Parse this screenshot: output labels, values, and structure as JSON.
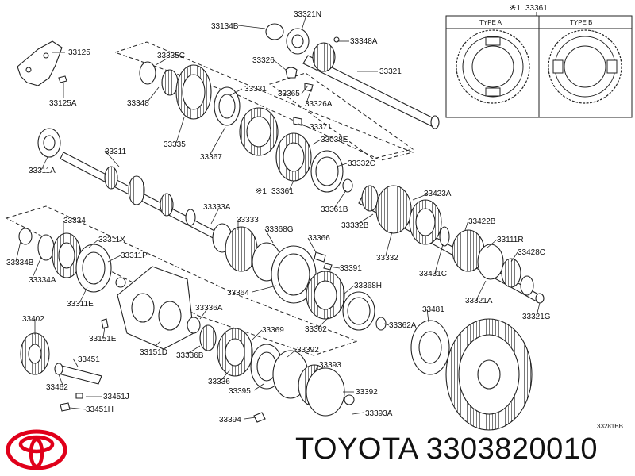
{
  "brand": "TOYOTA",
  "part_number": "3303820010",
  "diagram_code": "33281BB",
  "inset": {
    "title_mark": "※1",
    "title_part": "33361",
    "type_a": "TYPE A",
    "type_b": "TYPE B"
  },
  "labels": {
    "l33134B": "33134B",
    "l33321N": "33321N",
    "l33348A": "33348A",
    "l33125": "33125",
    "l33125A": "33125A",
    "l33335C": "33335C",
    "l33326": "33326",
    "l33321": "33321",
    "l33348": "33348",
    "l33331": "33331",
    "l33365": "33365",
    "l33326A": "33326A",
    "l33335": "33335",
    "l33371": "33371",
    "l33311": "33311",
    "l33038E": "33038E",
    "l33367": "33367",
    "l33311A": "33311A",
    "l33332C": "33332C",
    "l33361mark": "※1",
    "l33361": "33361",
    "l33423A": "33423A",
    "l33361B": "33361B",
    "l33333A": "33333A",
    "l33334": "33334",
    "l33333": "33333",
    "l33422B": "33422B",
    "l33332B": "33332B",
    "l33368G": "33368G",
    "l33311X": "33311X",
    "l33111R": "33111R",
    "l33366": "33366",
    "l33334B": "33334B",
    "l33311P": "33311P",
    "l33428C": "33428C",
    "l33332": "33332",
    "l33391": "33391",
    "l33334A": "33334A",
    "l33431C": "33431C",
    "l33368H": "33368H",
    "l33364": "33364",
    "l33311E": "33311E",
    "l33321A": "33321A",
    "l33481": "33481",
    "l33336A": "33336A",
    "l33402": "33402",
    "l33321G": "33321G",
    "l33362": "33362",
    "l33362A": "33362A",
    "l33151E": "33151E",
    "l33369": "33369",
    "l33151D": "33151D",
    "l33336B": "33336B",
    "l33392a": "33392",
    "l33451": "33451",
    "l33393": "33393",
    "l33336": "33336",
    "l33462": "33462",
    "l33395": "33395",
    "l33392b": "33392",
    "l33451J": "33451J",
    "l33451H": "33451H",
    "l33394": "33394",
    "l33393A": "33393A"
  }
}
